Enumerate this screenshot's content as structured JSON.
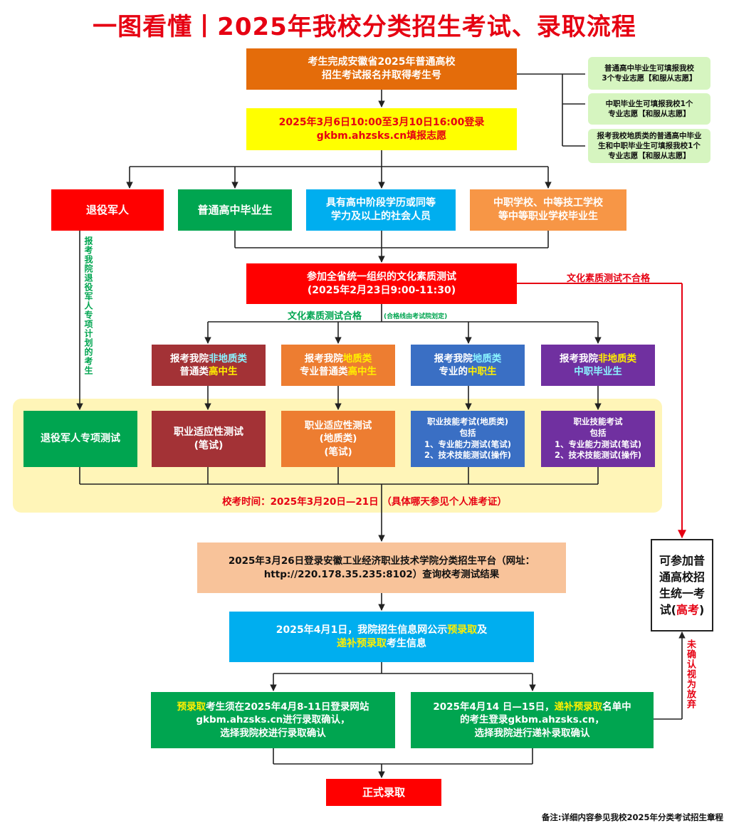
{
  "title": "一图看懂丨2025年我校分类招生考试、录取流程",
  "steps": {
    "register": {
      "line1": "考生完成安徽省2025年普通高校",
      "line2": "招生考试报名并取得考生号"
    },
    "apply": {
      "line1": "2025年3月6日10:00至3月10日16:00登录",
      "line2": "gkbm.ahzsks.cn填报志愿"
    },
    "side_notes": [
      {
        "line1": "普通高中毕业生可填报我校",
        "line2": "3个专业志愿【和服从志愿】"
      },
      {
        "line1": "中职毕业生可填报我校1个",
        "line2": "专业志愿【和服从志愿】"
      },
      {
        "line1": "报考我校地质类的普通高中毕业",
        "line2": "生和中职毕业生可填报我校1个",
        "line3": "专业志愿【和服从志愿】"
      }
    ],
    "categories": {
      "veteran": "退役军人",
      "highschool": "普通高中毕业生",
      "social": {
        "line1": "具有高中阶段学历或同等",
        "line2": "学力及以上的社会人员"
      },
      "vocational": {
        "line1": "中职学校、中等技工学校",
        "line2": "等中等职业学校毕业生"
      }
    },
    "veteran_note": "报考我院退役军人专项计划的考生",
    "culture_test": {
      "line1": "参加全省统一组织的文化素质测试",
      "line2": "(2025年2月23日9:00-11:30)"
    },
    "pass_label": "文化素质测试合格",
    "pass_note": "(合格线由考试院划定)",
    "fail_label": "文化素质测试不合格",
    "tracks": [
      {
        "prefix": "报考我院",
        "hl1": "非地质类",
        "mid": "普通类",
        "hl2": "高中生"
      },
      {
        "prefix": "报考我院",
        "hl1": "地质类",
        "mid": "专业普通类",
        "hl2": "高中生"
      },
      {
        "prefix": "报考我院",
        "hl1": "地质类",
        "mid": "专业的",
        "hl2": "中职生"
      },
      {
        "prefix": "报考我院",
        "hl1": "非地质类",
        "mid": "",
        "hl2": "中职毕业生"
      }
    ],
    "exams": {
      "veteran": "退役军人专项测试",
      "e1": {
        "line1": "职业适应性测试",
        "line2": "(笔试)"
      },
      "e2": {
        "line1": "职业适应性测试",
        "line2": "(地质类)",
        "line3": "(笔试)"
      },
      "e3": {
        "line1": "职业技能考试(地质类)",
        "line2": "包括",
        "line3": "1、专业能力测试(笔试)",
        "line4": "2、技术技能测试(操作)"
      },
      "e4": {
        "line1": "职业技能考试",
        "line2": "包括",
        "line3": "1、专业能力测试(笔试)",
        "line4": "2、技术技能测试(操作)"
      }
    },
    "exam_time": "校考时间：2025年3月20日—21日 （具体哪天参见个人准考证）",
    "query": {
      "line1": "2025年3月26日登录安徽工业经济职业技术学院分类招生平台（网址：",
      "line2": "http://220.178.35.235:8102）查询校考测试结果"
    },
    "publish": {
      "text1": "2025年4月1日，我院招生信息网公示",
      "hl1": "预录取",
      "text2": "及",
      "hl2": "递补预录取",
      "text3": "考生信息"
    },
    "confirm_pre": {
      "hl": "预录取",
      "text1": "考生须在2025年4月8-11日登录网站",
      "line2": "gkbm.ahzsks.cn进行录取确认，",
      "line3": "选择我院校进行录取确认"
    },
    "confirm_sub": {
      "text1": "2025年4月14 日—15日，",
      "hl": "递补预录取",
      "text2": "名单中",
      "line2": "的考生登录gkbm.ahzsks.cn，",
      "line3": "选择我院进行递补录取确认"
    },
    "final": "正式录取",
    "gaokao": {
      "line1": "可参加普",
      "line2": "通高校招",
      "line3": "生统一考",
      "line4a": "试(",
      "hl": "高考",
      "line4b": ")"
    },
    "unconfirmed": "未确认视为放弃",
    "footnote": "备注:详细内容参见我校2025年分类考试招生章程"
  },
  "colors": {
    "title_red": "#e60012",
    "orange": "#e46c0a",
    "yellow": "#ffff00",
    "red": "#ff0000",
    "green": "#00a550",
    "sky": "#00aeef",
    "light_orange": "#f79646",
    "dark_red": "#a33236",
    "mid_orange": "#ed7d31",
    "blue": "#3a6fc4",
    "purple": "#7030a0",
    "peach": "#f8c39a",
    "zone": "#fff5b8"
  }
}
